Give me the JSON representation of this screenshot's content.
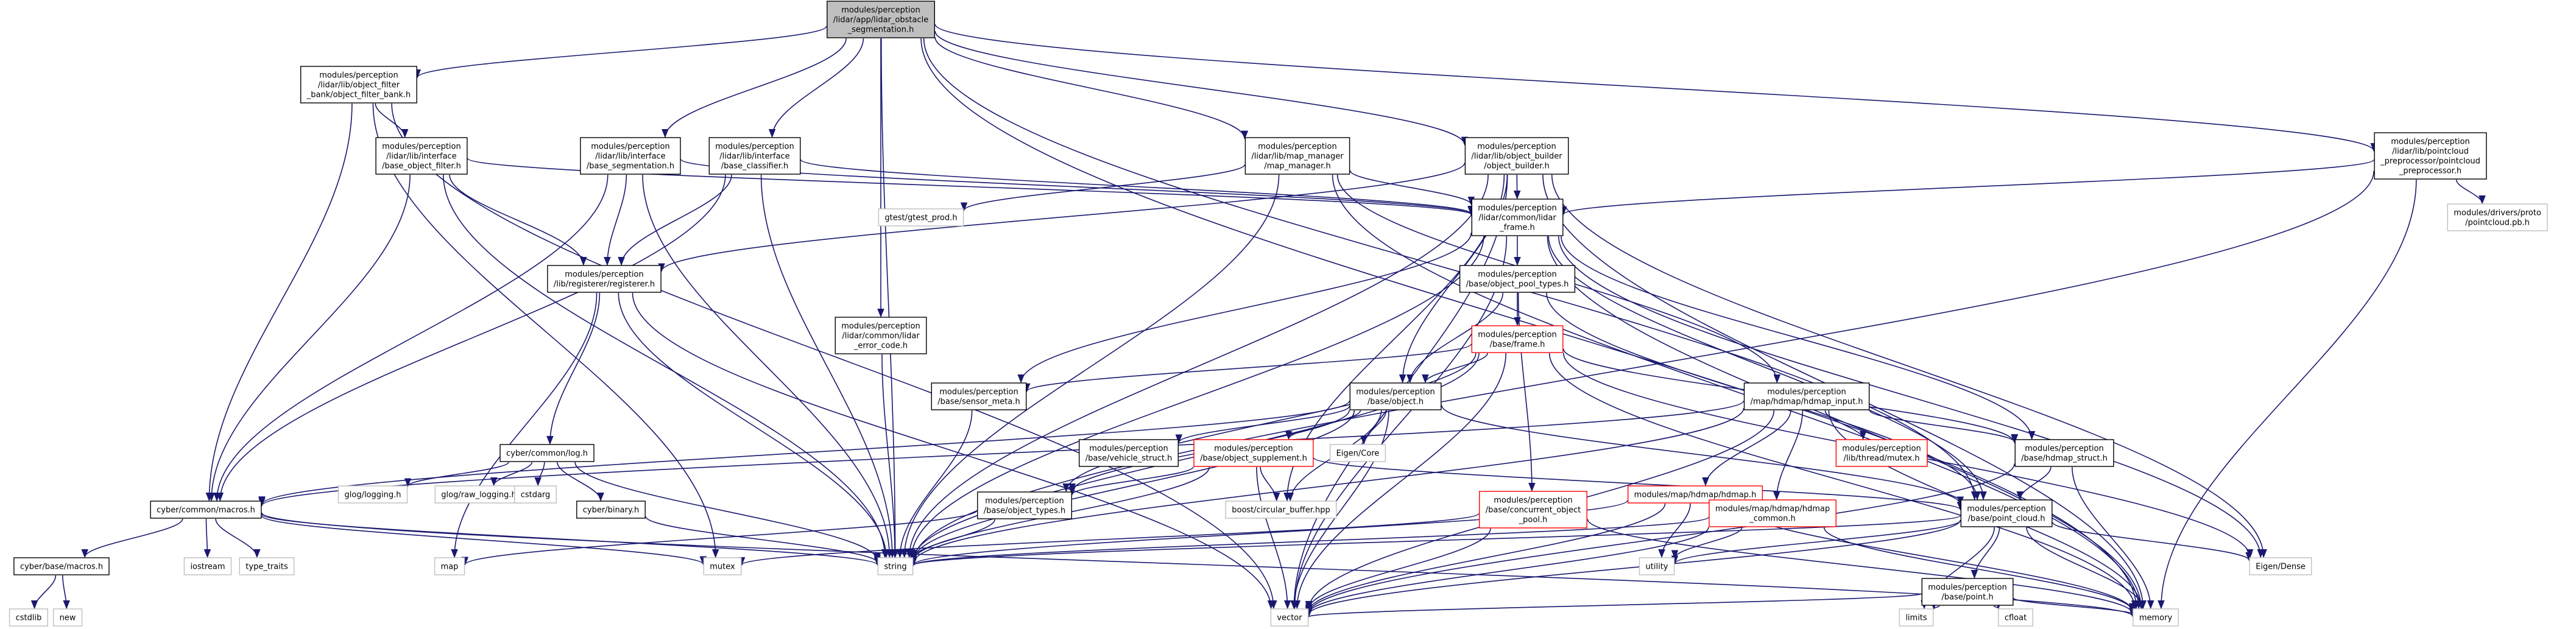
{
  "nodes": [
    {
      "id": "root",
      "label": "modules/perception\n/lidar/app/lidar_obstacle\n_segmentation.h",
      "style": "root"
    },
    {
      "id": "obj_filter_bank",
      "label": "modules/perception\n/lidar/lib/object_filter\n_bank/object_filter_bank.h",
      "style": "normal"
    },
    {
      "id": "base_obj_filter",
      "label": "modules/perception\n/lidar/lib/interface\n/base_object_filter.h",
      "style": "normal"
    },
    {
      "id": "base_seg",
      "label": "modules/perception\n/lidar/lib/interface\n/base_segmentation.h",
      "style": "normal"
    },
    {
      "id": "base_cls",
      "label": "modules/perception\n/lidar/lib/interface\n/base_classifier.h",
      "style": "normal"
    },
    {
      "id": "map_manager",
      "label": "modules/perception\n/lidar/lib/map_manager\n/map_manager.h",
      "style": "normal"
    },
    {
      "id": "obj_builder",
      "label": "modules/perception\n/lidar/lib/object_builder\n/object_builder.h",
      "style": "normal"
    },
    {
      "id": "pc_preproc",
      "label": "modules/perception\n/lidar/lib/pointcloud\n_preprocessor/pointcloud\n_preprocessor.h",
      "style": "normal"
    },
    {
      "id": "gtest",
      "label": "gtest/gtest_prod.h",
      "style": "gray"
    },
    {
      "id": "lidar_frame",
      "label": "modules/perception\n/lidar/common/lidar\n_frame.h",
      "style": "normal"
    },
    {
      "id": "pointcloud_pb",
      "label": "modules/drivers/proto\n/pointcloud.pb.h",
      "style": "gray"
    },
    {
      "id": "registerer",
      "label": "modules/perception\n/lib/registerer/registerer.h",
      "style": "normal"
    },
    {
      "id": "obj_pool_types",
      "label": "modules/perception\n/base/object_pool_types.h",
      "style": "normal"
    },
    {
      "id": "lidar_err",
      "label": "modules/perception\n/lidar/common/lidar\n_error_code.h",
      "style": "normal"
    },
    {
      "id": "frame",
      "label": "modules/perception\n/base/frame.h",
      "style": "red"
    },
    {
      "id": "sensor_meta",
      "label": "modules/perception\n/base/sensor_meta.h",
      "style": "normal"
    },
    {
      "id": "object",
      "label": "modules/perception\n/base/object.h",
      "style": "normal"
    },
    {
      "id": "hdmap_input",
      "label": "modules/perception\n/map/hdmap/hdmap_input.h",
      "style": "normal"
    },
    {
      "id": "vehicle_struct",
      "label": "modules/perception\n/base/vehicle_struct.h",
      "style": "normal"
    },
    {
      "id": "obj_supplement",
      "label": "modules/perception\n/base/object_supplement.h",
      "style": "red"
    },
    {
      "id": "eigen_core",
      "label": "Eigen/Core",
      "style": "gray"
    },
    {
      "id": "thread_mutex",
      "label": "modules/perception\n/lib/thread/mutex.h",
      "style": "red"
    },
    {
      "id": "hdmap_struct",
      "label": "modules/perception\n/base/hdmap_struct.h",
      "style": "normal"
    },
    {
      "id": "cyber_log",
      "label": "cyber/common/log.h",
      "style": "normal"
    },
    {
      "id": "hdmap_h",
      "label": "modules/map/hdmap/hdmap.h",
      "style": "red"
    },
    {
      "id": "glog_logging",
      "label": "glog/logging.h",
      "style": "gray"
    },
    {
      "id": "glog_raw",
      "label": "glog/raw_logging.h",
      "style": "gray"
    },
    {
      "id": "cstdarg",
      "label": "cstdarg",
      "style": "gray"
    },
    {
      "id": "cyber_binary",
      "label": "cyber/binary.h",
      "style": "normal"
    },
    {
      "id": "obj_types",
      "label": "modules/perception\n/base/object_types.h",
      "style": "normal"
    },
    {
      "id": "circular_buffer",
      "label": "boost/circular_buffer.hpp",
      "style": "gray"
    },
    {
      "id": "concurrent_pool",
      "label": "modules/perception\n/base/concurrent_object\n_pool.h",
      "style": "red"
    },
    {
      "id": "hdmap_common",
      "label": "modules/map/hdmap/hdmap\n_common.h",
      "style": "red"
    },
    {
      "id": "point_cloud",
      "label": "modules/perception\n/base/point_cloud.h",
      "style": "normal"
    },
    {
      "id": "cyber_macros",
      "label": "cyber/common/macros.h",
      "style": "normal"
    },
    {
      "id": "eigen_dense",
      "label": "Eigen/Dense",
      "style": "gray"
    },
    {
      "id": "iostream",
      "label": "iostream",
      "style": "gray"
    },
    {
      "id": "type_traits",
      "label": "type_traits",
      "style": "gray"
    },
    {
      "id": "map",
      "label": "map",
      "style": "gray"
    },
    {
      "id": "mutex",
      "label": "mutex",
      "style": "gray"
    },
    {
      "id": "string",
      "label": "string",
      "style": "gray"
    },
    {
      "id": "utility",
      "label": "utility",
      "style": "gray"
    },
    {
      "id": "base_macros",
      "label": "cyber/base/macros.h",
      "style": "normal"
    },
    {
      "id": "point",
      "label": "modules/perception\n/base/point.h",
      "style": "normal"
    },
    {
      "id": "cstdlib",
      "label": "cstdlib",
      "style": "gray"
    },
    {
      "id": "new",
      "label": "new",
      "style": "gray"
    },
    {
      "id": "vector",
      "label": "vector",
      "style": "gray"
    },
    {
      "id": "limits",
      "label": "limits",
      "style": "gray"
    },
    {
      "id": "cfloat",
      "label": "cfloat",
      "style": "gray"
    },
    {
      "id": "memory",
      "label": "memory",
      "style": "gray"
    }
  ],
  "edges": [
    [
      "root",
      "obj_filter_bank"
    ],
    [
      "root",
      "base_seg"
    ],
    [
      "root",
      "base_cls"
    ],
    [
      "root",
      "map_manager"
    ],
    [
      "root",
      "obj_builder"
    ],
    [
      "root",
      "pc_preproc"
    ],
    [
      "root",
      "lidar_err"
    ],
    [
      "root",
      "string"
    ],
    [
      "root",
      "memory"
    ],
    [
      "root",
      "point_cloud"
    ],
    [
      "obj_filter_bank",
      "base_obj_filter"
    ],
    [
      "obj_filter_bank",
      "cyber_macros"
    ],
    [
      "obj_filter_bank",
      "vector"
    ],
    [
      "obj_filter_bank",
      "mutex"
    ],
    [
      "base_obj_filter",
      "registerer"
    ],
    [
      "base_obj_filter",
      "cyber_macros"
    ],
    [
      "base_obj_filter",
      "lidar_frame"
    ],
    [
      "base_obj_filter",
      "string"
    ],
    [
      "base_seg",
      "registerer"
    ],
    [
      "base_seg",
      "cyber_macros"
    ],
    [
      "base_seg",
      "lidar_frame"
    ],
    [
      "base_seg",
      "string"
    ],
    [
      "base_cls",
      "registerer"
    ],
    [
      "base_cls",
      "cyber_macros"
    ],
    [
      "base_cls",
      "lidar_frame"
    ],
    [
      "base_cls",
      "string"
    ],
    [
      "map_manager",
      "gtest"
    ],
    [
      "map_manager",
      "lidar_frame"
    ],
    [
      "map_manager",
      "hdmap_input"
    ],
    [
      "map_manager",
      "string"
    ],
    [
      "map_manager",
      "memory"
    ],
    [
      "obj_builder",
      "lidar_frame"
    ],
    [
      "obj_builder",
      "registerer"
    ],
    [
      "obj_builder",
      "object"
    ],
    [
      "obj_builder",
      "circular_buffer"
    ],
    [
      "obj_builder",
      "eigen_dense"
    ],
    [
      "obj_builder",
      "memory"
    ],
    [
      "obj_builder",
      "vector"
    ],
    [
      "obj_builder",
      "string"
    ],
    [
      "pc_preproc",
      "lidar_frame"
    ],
    [
      "pc_preproc",
      "pointcloud_pb"
    ],
    [
      "pc_preproc",
      "string"
    ],
    [
      "pc_preproc",
      "memory"
    ],
    [
      "lidar_frame",
      "obj_pool_types"
    ],
    [
      "lidar_frame",
      "sensor_meta"
    ],
    [
      "lidar_frame",
      "hdmap_struct"
    ],
    [
      "lidar_frame",
      "point_cloud"
    ],
    [
      "lidar_frame",
      "eigen_dense"
    ],
    [
      "lidar_frame",
      "memory"
    ],
    [
      "lidar_frame",
      "vector"
    ],
    [
      "lidar_frame",
      "string"
    ],
    [
      "registerer",
      "cyber_log"
    ],
    [
      "registerer",
      "map"
    ],
    [
      "registerer",
      "string"
    ],
    [
      "registerer",
      "vector"
    ],
    [
      "obj_pool_types",
      "frame"
    ],
    [
      "obj_pool_types",
      "object"
    ],
    [
      "obj_pool_types",
      "concurrent_pool"
    ],
    [
      "obj_pool_types",
      "point_cloud"
    ],
    [
      "lidar_err",
      "string"
    ],
    [
      "frame",
      "sensor_meta"
    ],
    [
      "frame",
      "object"
    ],
    [
      "frame",
      "obj_types"
    ],
    [
      "frame",
      "hdmap_struct"
    ],
    [
      "frame",
      "eigen_dense"
    ],
    [
      "frame",
      "memory"
    ],
    [
      "frame",
      "vector"
    ],
    [
      "frame",
      "string"
    ],
    [
      "sensor_meta",
      "string"
    ],
    [
      "object",
      "vehicle_struct"
    ],
    [
      "object",
      "obj_supplement"
    ],
    [
      "object",
      "eigen_core"
    ],
    [
      "object",
      "obj_types"
    ],
    [
      "object",
      "point_cloud"
    ],
    [
      "object",
      "circular_buffer"
    ],
    [
      "object",
      "vector"
    ],
    [
      "object",
      "string"
    ],
    [
      "object",
      "cyber_macros"
    ],
    [
      "hdmap_input",
      "thread_mutex"
    ],
    [
      "hdmap_input",
      "hdmap_struct"
    ],
    [
      "hdmap_input",
      "hdmap_h"
    ],
    [
      "hdmap_input",
      "hdmap_common"
    ],
    [
      "hdmap_input",
      "cyber_macros"
    ],
    [
      "hdmap_input",
      "string"
    ],
    [
      "hdmap_input",
      "memory"
    ],
    [
      "hdmap_input",
      "vector"
    ],
    [
      "obj_supplement",
      "obj_types"
    ],
    [
      "obj_supplement",
      "circular_buffer"
    ],
    [
      "obj_supplement",
      "point_cloud"
    ],
    [
      "obj_supplement",
      "vector"
    ],
    [
      "obj_supplement",
      "string"
    ],
    [
      "hdmap_struct",
      "point_cloud"
    ],
    [
      "hdmap_struct",
      "vector"
    ],
    [
      "hdmap_struct",
      "memory"
    ],
    [
      "cyber_log",
      "glog_logging"
    ],
    [
      "cyber_log",
      "glog_raw"
    ],
    [
      "cyber_log",
      "cstdarg"
    ],
    [
      "cyber_log",
      "cyber_binary"
    ],
    [
      "cyber_log",
      "string"
    ],
    [
      "cyber_binary",
      "string"
    ],
    [
      "hdmap_h",
      "hdmap_common"
    ],
    [
      "hdmap_h",
      "string"
    ],
    [
      "hdmap_h",
      "utility"
    ],
    [
      "hdmap_h",
      "vector"
    ],
    [
      "hdmap_h",
      "memory"
    ],
    [
      "obj_types",
      "map"
    ],
    [
      "obj_types",
      "string"
    ],
    [
      "concurrent_pool",
      "memory"
    ],
    [
      "concurrent_pool",
      "vector"
    ],
    [
      "concurrent_pool",
      "mutex"
    ],
    [
      "hdmap_common",
      "string"
    ],
    [
      "hdmap_common",
      "utility"
    ],
    [
      "hdmap_common",
      "vector"
    ],
    [
      "hdmap_common",
      "memory"
    ],
    [
      "point_cloud",
      "point"
    ],
    [
      "point_cloud",
      "eigen_dense"
    ],
    [
      "point_cloud",
      "memory"
    ],
    [
      "point_cloud",
      "vector"
    ],
    [
      "point_cloud",
      "string"
    ],
    [
      "point_cloud",
      "utility"
    ],
    [
      "point_cloud",
      "limits"
    ],
    [
      "cyber_macros",
      "base_macros"
    ],
    [
      "cyber_macros",
      "iostream"
    ],
    [
      "cyber_macros",
      "type_traits"
    ],
    [
      "cyber_macros",
      "memory"
    ],
    [
      "cyber_macros",
      "mutex"
    ],
    [
      "cyber_macros",
      "string"
    ],
    [
      "base_macros",
      "cstdlib"
    ],
    [
      "base_macros",
      "new"
    ],
    [
      "point",
      "vector"
    ],
    [
      "point",
      "limits"
    ],
    [
      "point",
      "cfloat"
    ],
    [
      "point",
      "memory"
    ]
  ]
}
